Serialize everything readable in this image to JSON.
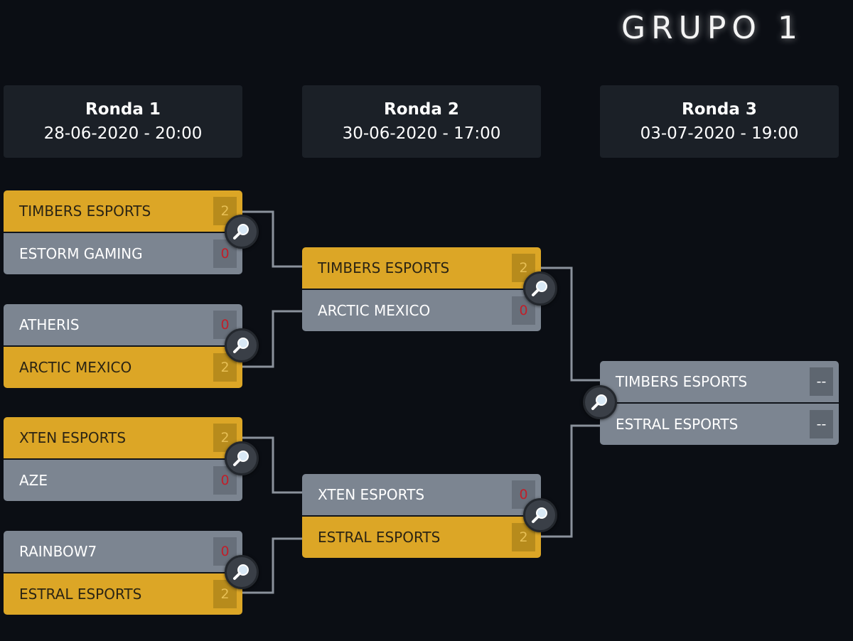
{
  "group_title": "GRUPO 1",
  "rounds": [
    {
      "name": "Ronda 1",
      "date": "28-06-2020 - 20:00"
    },
    {
      "name": "Ronda 2",
      "date": "30-06-2020 - 17:00"
    },
    {
      "name": "Ronda 3",
      "date": "03-07-2020 - 19:00"
    }
  ],
  "matches": {
    "r1m1": {
      "top": {
        "name": "TIMBERS ESPORTS",
        "score": "2",
        "result": "win"
      },
      "bottom": {
        "name": "ESTORM GAMING",
        "score": "0",
        "result": "lose"
      }
    },
    "r1m2": {
      "top": {
        "name": "ATHERIS",
        "score": "0",
        "result": "lose"
      },
      "bottom": {
        "name": "ARCTIC MEXICO",
        "score": "2",
        "result": "win"
      }
    },
    "r1m3": {
      "top": {
        "name": "XTEN ESPORTS",
        "score": "2",
        "result": "win"
      },
      "bottom": {
        "name": "AZE",
        "score": "0",
        "result": "lose"
      }
    },
    "r1m4": {
      "top": {
        "name": "RAINBOW7",
        "score": "0",
        "result": "lose"
      },
      "bottom": {
        "name": "ESTRAL ESPORTS",
        "score": "2",
        "result": "win"
      }
    },
    "r2m1": {
      "top": {
        "name": "TIMBERS ESPORTS",
        "score": "2",
        "result": "win"
      },
      "bottom": {
        "name": "ARCTIC MEXICO",
        "score": "0",
        "result": "lose"
      }
    },
    "r2m2": {
      "top": {
        "name": "XTEN ESPORTS",
        "score": "0",
        "result": "lose"
      },
      "bottom": {
        "name": "ESTRAL ESPORTS",
        "score": "2",
        "result": "win"
      }
    },
    "r3m1": {
      "top": {
        "name": "TIMBERS ESPORTS",
        "score": "--",
        "result": "pending"
      },
      "bottom": {
        "name": "ESTRAL ESPORTS",
        "score": "--",
        "result": "pending"
      }
    }
  },
  "icons": {
    "match_details": "magnifier-icon"
  },
  "colors": {
    "win": "#dca626",
    "lose": "#7c8591",
    "background": "#0b0e14",
    "loss_score": "#c0202a"
  }
}
